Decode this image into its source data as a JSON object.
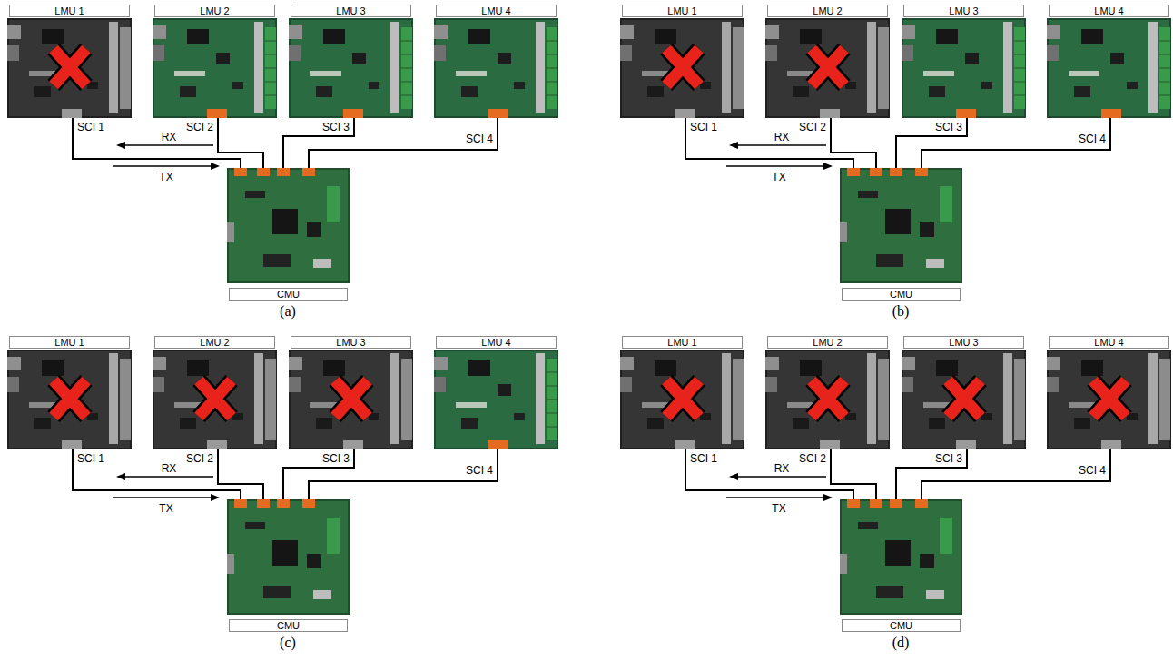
{
  "diagram": {
    "nodes": [
      {
        "text": [
          "LMU 1"
        ]
      },
      {
        "text": [
          "LMU 2"
        ]
      },
      {
        "text": [
          "LMU 3"
        ]
      },
      {
        "text": [
          "LMU 4"
        ]
      },
      {
        "text": [
          "CMU"
        ]
      },
      {
        "text": [
          "LMU 1"
        ]
      },
      {
        "text": [
          "LMU 2"
        ]
      },
      {
        "text": [
          "LMU 3"
        ]
      },
      {
        "text": [
          "LMU 4"
        ]
      },
      {
        "text": [
          "CMU"
        ]
      },
      {
        "text": [
          "LMU 1"
        ]
      },
      {
        "text": [
          "LMU 2"
        ]
      },
      {
        "text": [
          "LMU 3"
        ]
      },
      {
        "text": [
          "LMU 4"
        ]
      },
      {
        "text": [
          "CMU"
        ]
      },
      {
        "text": [
          "LMU 1"
        ]
      },
      {
        "text": [
          "LMU 2"
        ]
      },
      {
        "text": [
          "LMU 3"
        ]
      },
      {
        "text": [
          "LMU 4"
        ]
      },
      {
        "text": [
          "CMU"
        ]
      }
    ],
    "edges": [
      {
        "from": 0,
        "to": 4,
        "label": "SCI 1",
        "arrow": "none"
      },
      {
        "from": 1,
        "to": 4,
        "label": "SCI 2",
        "arrow": "none"
      },
      {
        "from": 2,
        "to": 4,
        "label": "SCI 3",
        "arrow": "none"
      },
      {
        "from": 3,
        "to": 4,
        "label": "SCI 4",
        "arrow": "none"
      },
      {
        "from": 5,
        "to": 9,
        "label": "SCI 1",
        "arrow": "none"
      },
      {
        "from": 6,
        "to": 9,
        "label": "SCI 2",
        "arrow": "none"
      },
      {
        "from": 7,
        "to": 9,
        "label": "SCI 3",
        "arrow": "none"
      },
      {
        "from": 8,
        "to": 9,
        "label": "SCI 4",
        "arrow": "none"
      },
      {
        "from": 10,
        "to": 14,
        "label": "SCI 1",
        "arrow": "none"
      },
      {
        "from": 11,
        "to": 14,
        "label": "SCI 2",
        "arrow": "none"
      },
      {
        "from": 12,
        "to": 14,
        "label": "SCI 3",
        "arrow": "none"
      },
      {
        "from": 13,
        "to": 14,
        "label": "SCI 4",
        "arrow": "none"
      },
      {
        "from": 15,
        "to": 19,
        "label": "SCI 1",
        "arrow": "none"
      },
      {
        "from": 16,
        "to": 19,
        "label": "SCI 2",
        "arrow": "none"
      },
      {
        "from": 17,
        "to": 19,
        "label": "SCI 3",
        "arrow": "none"
      },
      {
        "from": 18,
        "to": 19,
        "label": "SCI 4",
        "arrow": "none"
      }
    ],
    "labels": [
      "RX",
      "TX",
      "(a)",
      "RX",
      "TX",
      "(b)",
      "RX",
      "TX",
      "(c)",
      "RX",
      "TX",
      "(d)"
    ]
  }
}
